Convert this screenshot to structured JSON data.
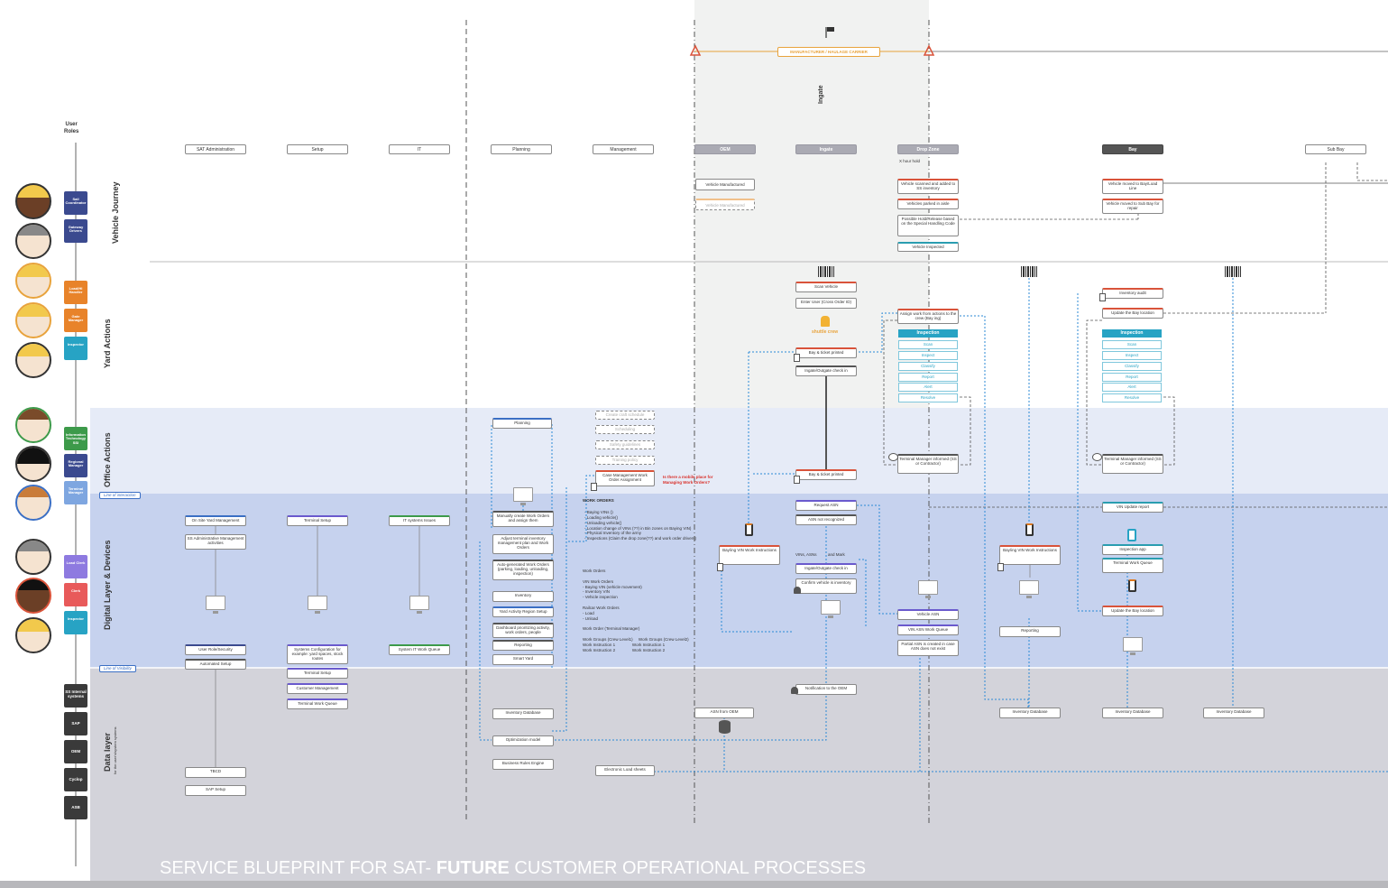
{
  "title": {
    "prefix": "SERVICE BLUEPRINT FOR SAT-",
    "emphasis": "FUTURE",
    "suffix": "CUSTOMER OPERATIONAL PROCESSES"
  },
  "user_roles_label": "User\nRoles",
  "lanes": {
    "vehicle_journey": "Vehicle Journey",
    "yard_actions": "Yard Actions",
    "office_actions": "Office Actions",
    "digital": "Digital Layer & Devices",
    "data": "Data layer",
    "data_sub": "for the user's/system systems"
  },
  "lines": {
    "interaction": "Line of interaction",
    "visibility": "Line of Visibility"
  },
  "carrier_label": "MANUFACTURER / HAULAGE CARRIER",
  "ingate_label": "Ingate",
  "columns": [
    "SAT Administration",
    "Setup",
    "IT",
    "Planning",
    "Management",
    "OEM",
    "Ingate",
    "Drop Zone",
    "Bay",
    "Sub Bay"
  ],
  "roles": [
    "Sail Coordinator",
    "Gateway Drivers",
    "Load/HI Handler",
    "Gate Manager",
    "Inspector",
    "Information Technology SSI",
    "Regional Manager",
    "Terminal Manager",
    "Load Clerk",
    "Clerk",
    "Inspector"
  ],
  "systems": [
    "SS Internal systems",
    "SAP",
    "OEM",
    "Cyclop",
    "ASB"
  ],
  "vehicle_journey_boxes": {
    "vehicle_manufactured": "Vehicle Manufactured",
    "vehicle_faded": "Vehicle Manufactured",
    "scanned_added": "Vehicle scanned and added to SS inventory",
    "parked_in_aisle": "Vehicles parked in aisle",
    "possible_hold": "Possible Hold/Release based on the Special Handling Code",
    "vehicle_inspected": "Vehicle Inspected",
    "moved_to_bay": "Vehicle moved to Bay/Load Line",
    "moved_to_sub_bay": "Vehicle moved to Sub Bay for repair",
    "drop_note": "X hour hold"
  },
  "yard_boxes": {
    "scan_vehicle": "Scan Vehicle",
    "enter_user": "Enter User (Cross Order ID)",
    "shuttle_crew": "shuttle crew",
    "bay_ticket": "Bay & ticket printed",
    "ingate_check": "Ingate/Outgate check in",
    "assign_work": "Assign work from actions to the crew (Bay ing)",
    "inventory_audit": "Inventory audit",
    "update_bay": "Update the Bay location",
    "inspection": "Inspection",
    "inspection_items": [
      "Scan",
      "Inspect",
      "Classify",
      "Report",
      "Alert",
      "Resolve"
    ]
  },
  "office_boxes": {
    "planning": "Planning",
    "create_schedule": "Create craft schedule",
    "scheduling": "Scheduling",
    "safety": "Safety guidelines",
    "training": "Training policy",
    "case_mgmt": "Case Management Work Order Assignment",
    "red_note": "Is there a mobile place for Managing Work Orders?",
    "bay_ticket_office": "Bay & ticket printed",
    "terminal_informed_1": "Terminal Manager informed (SS or Contractor)",
    "terminal_informed_2": "Terminal Manager informed (SS or Contractor)"
  },
  "digital_boxes": {
    "on_site_yard": "On Site Yard Management",
    "ss_admin": "SS Administrative Management activities",
    "terminal_setup": "Terminal Setup",
    "it_systems": "IT systems Issues",
    "manually_create": "Manually create Work Orders and assign them",
    "adjust_terminal": "Adjust terminal inventory management plan and Work Orders",
    "auto_generated": "Auto-generated Work Orders (parking, loading, unloading, inspection)",
    "inventory": "Inventory",
    "yard_activity": "Yard Activity Region Setup",
    "dashboard": "Dashboard prioritizing activity, work orders, people",
    "reporting": "Reporting",
    "smart_yard": "Smart Yard",
    "bay_vin_1": "Bay/ing VIN Work Instructions",
    "request_asn": "Request ASN",
    "asn_not_recognized": "ASN not recognized",
    "vin_note": "VINs, ASNs          and Mark",
    "ingate_check_d": "Ingate/Outgate check in",
    "confirm_vehicle": "Confirm vehicle is inventory",
    "vehicle_asn": "Vehicle ASN",
    "vin_asn_queue": "VIN ASN Work Queue",
    "partial_asn": "Partial ASN is created in case ASN does not exist",
    "bay_vin_2": "Bay/ing VIN Work Instructions",
    "reporting_2": "Reporting",
    "vin_update": "VIN Update report",
    "inspection_app": "Inspection app",
    "terminal_work_queue": "Terminal Work Queue",
    "update_bay_d": "Update the Bay location",
    "user_role_security": "User Role/Security",
    "automated_setup": "Automated Setup",
    "systems_config": "Systems Configuration for example: yard spaces, stock routes",
    "terminal_setup_2": "Terminal Setup",
    "customer_mgmt": "Customer Management",
    "terminal_work_queue_2": "Terminal Work Queue",
    "system_it_queue": "System IT Work Queue"
  },
  "work_orders_text": {
    "header": "WORK ORDERS",
    "list": "- Baying VINs ()\n- Loading vehicle()\n- Unloading vehicle()\n- Location change of VINs (??) in Bin zones on Baying VIN)\n- Physical Inventory of the army\n- Inspections (Claim the drop zone(??) and work order drivers)",
    "block2": "Work Orders\n\nVIN Work Orders\n- Baying VIN (vehicle movement)\n- Inventory VIN\n- Vehicle inspection\n\nRailcar Work Orders\n- Load\n- Unload\n\nWork Order (Terminal Manager)\n\nWork Groups (Crew Level1)     Work Groups (Crew Level2)\nWork Instruction 1               Work Instruction 1\nWork Instruction 2               Work Instruction 2"
  },
  "data_boxes": {
    "inventory_db_1": "Inventory Database",
    "optimization": "Optimization model",
    "business_rules": "Business Rules Engine",
    "electronic_load": "Electronic Load sheets",
    "asn_from_oem": "ASN from OEM",
    "notification_oem": "Notification to the OEM",
    "inventory_db_2": "Inventory Database",
    "inventory_db_3": "Inventory Database",
    "inventory_db_4": "Inventory Database",
    "tbd": "TBCD",
    "sap_setup": "SAP Setup"
  },
  "colors": {
    "office_band": "#e6ebf7",
    "digital_band": "#c6d2ee",
    "data_band": "#d3d3da",
    "ingate_zone": "#f1f2f1",
    "accent_orange": "#e8a33c",
    "accent_teal": "#27a3c4",
    "line_blue": "#2b8ad6"
  }
}
